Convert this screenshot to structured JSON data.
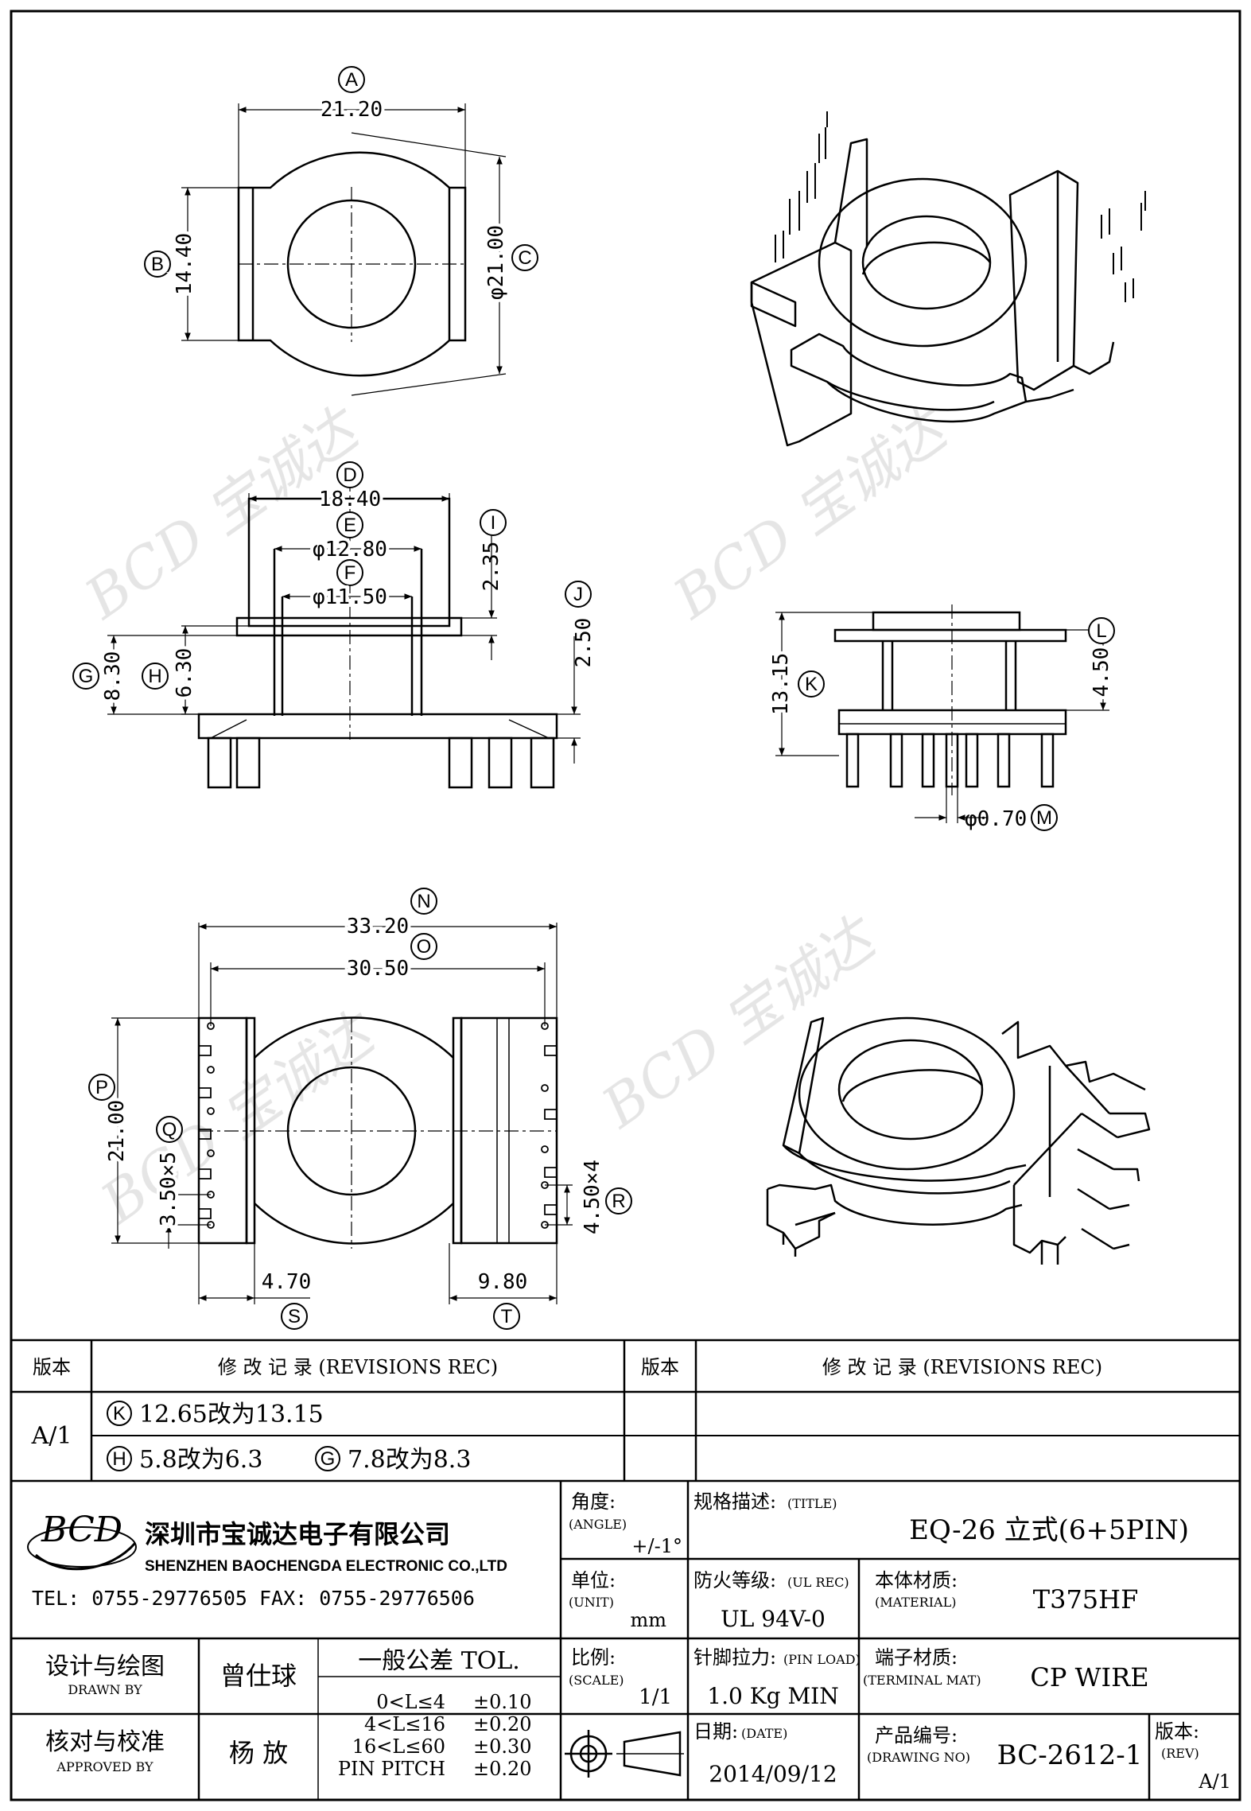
{
  "views": {
    "top": {
      "A": "21.20",
      "B": "14.40",
      "C": "φ21.00"
    },
    "front": {
      "D": "18.40",
      "E": "φ12.80",
      "F": "φ11.50",
      "I": "2.35",
      "J": "2.50",
      "G": "8.30",
      "H": "6.30"
    },
    "side": {
      "K": "13.15",
      "L": "4.50",
      "M": "φ0.70"
    },
    "bottom": {
      "N": "33.20",
      "O": "30.50",
      "P": "21.00",
      "Q": "3.50×5",
      "R": "4.50×4",
      "S": "4.70",
      "T": "9.80"
    }
  },
  "markers": {
    "A": "A",
    "B": "B",
    "C": "C",
    "D": "D",
    "E": "E",
    "F": "F",
    "G": "G",
    "H": "H",
    "I": "I",
    "J": "J",
    "K": "K",
    "L": "L",
    "M": "M",
    "N": "N",
    "O": "O",
    "P": "P",
    "Q": "Q",
    "R": "R",
    "S": "S",
    "T": "T"
  },
  "revisions": {
    "header_version": "版本",
    "header_records": "修 改 记 录 (REVISIONS REC)",
    "version": "A/1",
    "row1_marker": "K",
    "row1_text": "12.65改为13.15",
    "row2_marker1": "H",
    "row2_text1": "5.8改为6.3",
    "row2_marker2": "G",
    "row2_text2": "7.8改为8.3"
  },
  "company": {
    "logo": "BCD",
    "name_cn": "深圳市宝诚达电子有限公司",
    "name_en": "SHENZHEN BAOCHENGDA ELECTRONIC CO.,LTD",
    "contact": "TEL: 0755-29776505  FAX: 0755-29776506"
  },
  "title_block": {
    "angle_label": "角度:",
    "angle_label_en": "(ANGLE)",
    "angle_value": "+/-1°",
    "title_label": "规格描述:",
    "title_label_en": "(TITLE)",
    "title_value": "EQ-26 立式(6+5PIN)",
    "unit_label": "单位:",
    "unit_label_en": "(UNIT)",
    "unit_value": "mm",
    "ul_label": "防火等级:",
    "ul_label_en": "(UL REC)",
    "ul_value": "UL 94V-0",
    "material_label": "本体材质:",
    "material_label_en": "(MATERIAL)",
    "material_value": "T375HF",
    "drawn_label": "设计与绘图",
    "drawn_label_en": "DRAWN BY",
    "drawn_value": "曾仕球",
    "tol_label": "一般公差 TOL.",
    "tol_rows": [
      {
        "range": "0<L≤4",
        "value": "±0.10"
      },
      {
        "range": "4<L≤16",
        "value": "±0.20"
      },
      {
        "range": "16<L≤60",
        "value": "±0.30"
      },
      {
        "range": "PIN PITCH",
        "value": "±0.20"
      }
    ],
    "scale_label": "比例:",
    "scale_label_en": "(SCALE)",
    "scale_value": "1/1",
    "pin_load_label": "针脚拉力:",
    "pin_load_label_en": "(PIN LOAD)",
    "pin_load_value": "1.0 Kg MIN",
    "terminal_label": "端子材质:",
    "terminal_label_en": "(TERMINAL MAT)",
    "terminal_value": "CP WIRE",
    "approved_label": "核对与校准",
    "approved_label_en": "APPROVED BY",
    "approved_value": "杨 放",
    "date_label": "日期:",
    "date_label_en": "(DATE)",
    "date_value": "2014/09/12",
    "drawing_no_label": "产品编号:",
    "drawing_no_label_en": "(DRAWING NO)",
    "drawing_no_value": "BC-2612-1",
    "rev_label": "版本:",
    "rev_label_en": "(REV)",
    "rev_value": "A/1"
  },
  "watermark": "BCD 宝诚达"
}
